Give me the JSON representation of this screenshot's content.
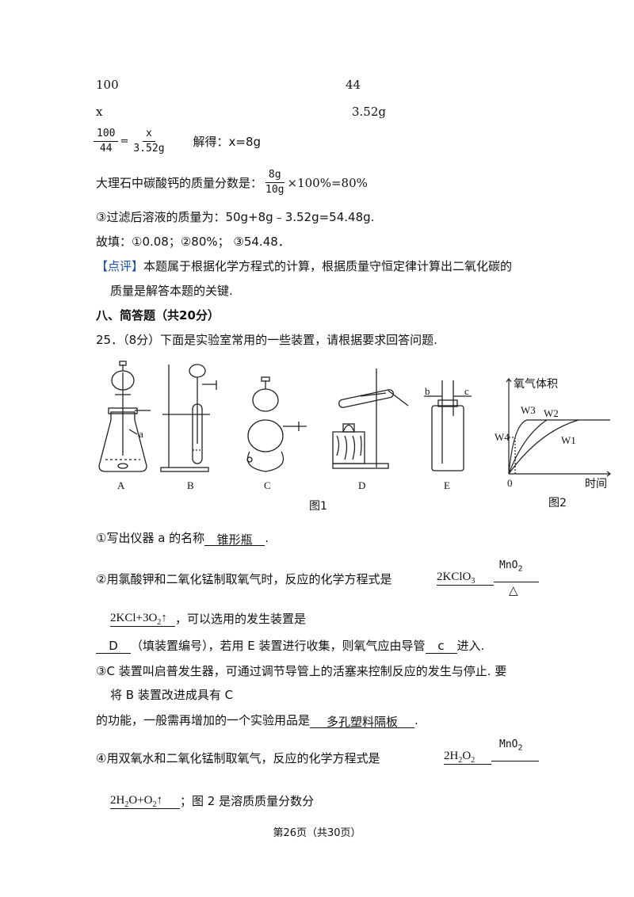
{
  "calc": {
    "row1_left": "100",
    "row1_right": "44",
    "row2_left": "x",
    "row2_right": "3.52g",
    "frac1_num": "100",
    "frac1_den": "44",
    "frac1_eq": "=",
    "frac2_num": "x",
    "frac2_den": "3.52g",
    "solve": "解得：x=8g",
    "mass_fraction_prefix": "大理石中碳酸钙的质量分数是：",
    "mf_num": "8g",
    "mf_den": "10g",
    "mf_suffix": "×100%=80%",
    "filtered": "③过滤后溶液的质量为：50g+8g﹣3.52g=54.48g.",
    "answers": "故填：①0.08；②80%；  ③54.48．"
  },
  "review": {
    "tag": "【点评】",
    "line1": "本题属于根据化学方程式的计算，根据质量守恒定律计算出二氧化碳的",
    "line2": "质量是解答本题的关键."
  },
  "section": {
    "title": "八、简答题（共20分）"
  },
  "q25": {
    "stem": "25．（8分）下面是实验室常用的一些装置，请根据要求回答问题.",
    "fig1_caption": "图1",
    "fig2_caption": "图2",
    "apparatus_labels": [
      "A",
      "B",
      "C",
      "D",
      "E"
    ],
    "label_a": "a",
    "label_b": "b",
    "label_c": "c",
    "graph": {
      "ylabel": "氧气体积",
      "xlabel": "时间",
      "origin": "0",
      "curves": [
        "W3",
        "W2",
        "W4",
        "W1"
      ]
    },
    "p1_prefix": "①写出仪器 a 的名称",
    "p1_answer": "锥形瓶",
    "p1_suffix": ".",
    "p2_prefix": "②用氯酸钾和二氧化锰制取氧气时，反应的化学方程式是",
    "p2_eq_left": "2KClO",
    "p2_eq_left_sub": "3",
    "catalyst": "MnO",
    "catalyst_sub": "2",
    "heat": "△",
    "p2_eq_right": "2KCl+3O",
    "p2_eq_right_sub": "2",
    "p2_arrow": "↑",
    "p2_after": "，可以选用的发生装置是",
    "p2_device": "D",
    "p2_device_note": "（填装置编号），若用 E 装置进行收集，则氧气应由导管",
    "p2_tube": "c",
    "p2_end": "进入.",
    "p3_line1": "③C 装置叫启普发生器，可通过调节导管上的活塞来控制反应的发生与停止. 要",
    "p3_line2": "将 B 装置改进成具有 C",
    "p3_line3_prefix": "的功能，一般需再增加的一个实验用品是",
    "p3_answer": "多孔塑料隔板",
    "p3_end": ".",
    "p4_prefix": "④用双氧水和二氧化锰制取氧气，反应的化学方程式是",
    "p4_eq_left": "2H",
    "p4_eq_left_sub1": "2",
    "p4_eq_left_mid": "O",
    "p4_eq_left_sub2": "2",
    "p4_eq_right": "2H",
    "p4_eq_right_sub": "2",
    "p4_eq_right_mid": "O+O",
    "p4_eq_right_sub2": "2",
    "p4_arrow": "↑",
    "p4_after": "；图 2 是溶质质量分数分"
  },
  "footer": {
    "page": "第26页（共30页）"
  }
}
